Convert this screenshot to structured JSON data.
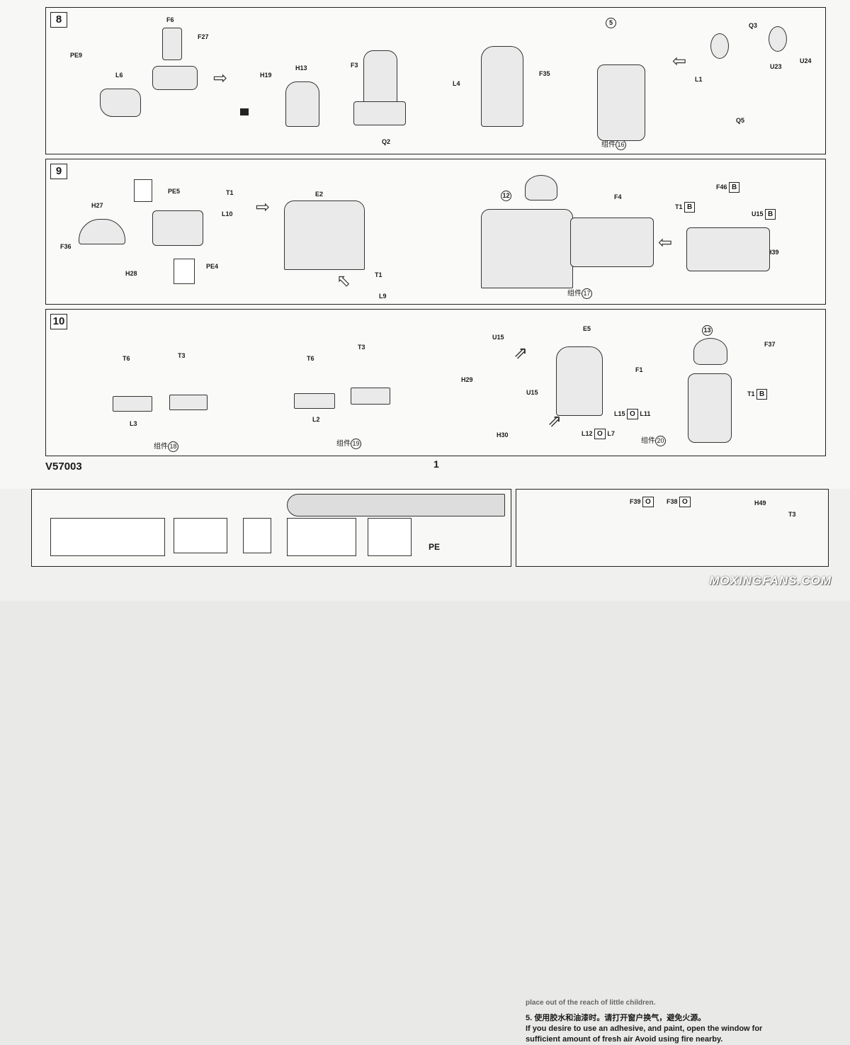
{
  "steps": [
    {
      "number": "8"
    },
    {
      "number": "9"
    },
    {
      "number": "10"
    }
  ],
  "step8": {
    "labels": [
      "PE9",
      "L6",
      "F6",
      "F27",
      "H19",
      "H13",
      "F3",
      "Q2",
      "L4",
      "F35",
      "5",
      "Q3",
      "L1",
      "Q5",
      "U23",
      "U24"
    ],
    "subassembly": "组件",
    "subassembly_num": "16"
  },
  "step9": {
    "labels": [
      "H27",
      "F36",
      "H28",
      "PE5",
      "PE4",
      "T1",
      "L10",
      "E2",
      "T1",
      "L9",
      "12",
      "F4",
      "F46",
      "B",
      "T1",
      "B",
      "U15",
      "B",
      "H39"
    ],
    "subassembly": "组件",
    "subassembly_num": "17"
  },
  "step10": {
    "labels": [
      "T6",
      "T3",
      "L3",
      "T6",
      "T3",
      "L2",
      "U15",
      "H29",
      "U15",
      "H30",
      "E5",
      "F1",
      "L15",
      "O",
      "L11",
      "L12",
      "O",
      "L7",
      "13",
      "F37",
      "T1",
      "B"
    ],
    "sub18": "组件",
    "sub18_num": "18",
    "sub19": "组件",
    "sub19_num": "19",
    "sub20": "组件",
    "sub20_num": "20"
  },
  "footer": {
    "code": "V57003",
    "page": "1"
  },
  "lower": {
    "pe_label": "PE",
    "fragment_labels": [
      "F39",
      "O",
      "F38",
      "O",
      "H49",
      "T3"
    ],
    "note_line0": "place out of the reach of little children.",
    "note_line1": "5.  使用胶水和油漆时。请打开窗户换气，避免火源。",
    "note_line2": "If you desire to use an adhesive, and paint, open the window for",
    "note_line3": "sufficient amount of fresh air Avoid using fire nearby."
  },
  "watermark": "MOXINGFANS.COM"
}
